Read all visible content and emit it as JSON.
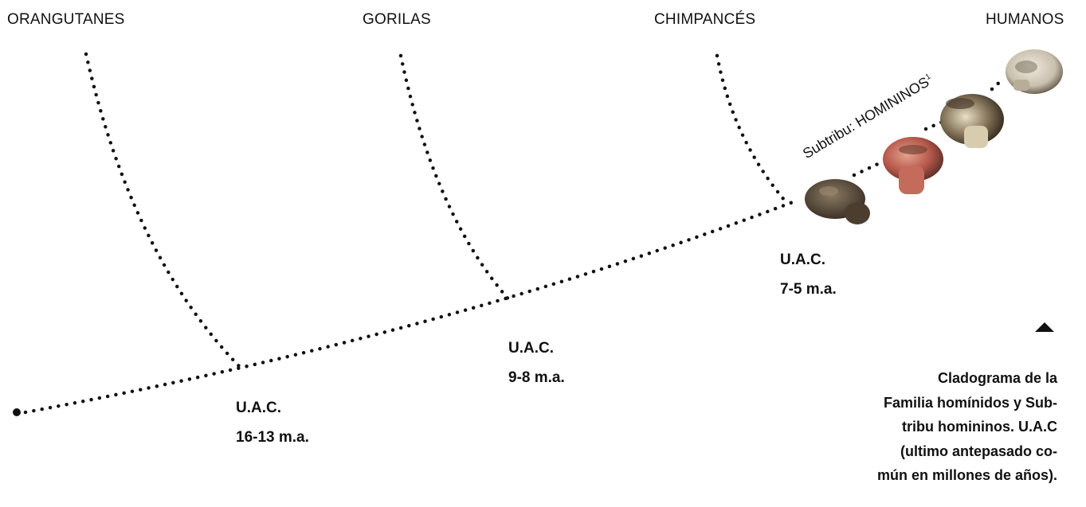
{
  "taxa": {
    "orangutanes": "ORANGUTANES",
    "gorilas": "GORILAS",
    "chimpances": "CHIMPANCÉS",
    "humanos": "HUMANOS"
  },
  "nodes": [
    {
      "label": "U.A.C.",
      "age": "16-13 m.a."
    },
    {
      "label": "U.A.C.",
      "age": "9-8 m.a."
    },
    {
      "label": "U.A.C.",
      "age": "7-5 m.a."
    }
  ],
  "subtribe": {
    "text": "Subtribu: HOMININOS",
    "footnote": "1"
  },
  "caption": {
    "lines": [
      "Cladograma de la",
      "Familia homínidos y Sub-",
      "tribu homininos. U.A.C",
      "(ultimo antepasado co-",
      "mún en millones de años)."
    ]
  },
  "skulls": [
    "skull-icon",
    "skull-icon",
    "skull-icon",
    "skull-icon"
  ],
  "colors": {
    "ink": "#111111",
    "skull_dark": "#5a4a38",
    "skull_red": "#b5574a",
    "skull_light": "#d9cfbd"
  }
}
